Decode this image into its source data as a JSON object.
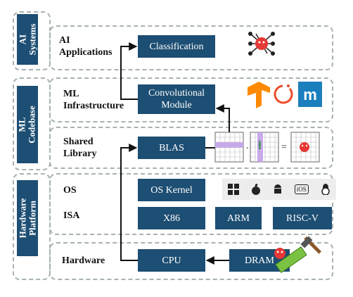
{
  "groups": {
    "ai": "AI Systems",
    "ml": "ML Codebase",
    "hw": "Hardware Platform"
  },
  "layers": {
    "ai_apps": [
      "AI",
      "Applications"
    ],
    "ml_infra": [
      "ML",
      "Infrastructure"
    ],
    "shared_lib": [
      "Shared",
      "Library"
    ],
    "os": "OS",
    "isa": "ISA",
    "hardware": "Hardware"
  },
  "boxes": {
    "classification": "Classification",
    "conv_module": [
      "Convolutional",
      "Module"
    ],
    "blas": "BLAS",
    "os_kernel": "OS Kernel",
    "x86": "X86",
    "arm": "ARM",
    "riscv": "RISC-V",
    "cpu": "CPU",
    "dram": "DRAM"
  },
  "icons": {
    "ml_frameworks": [
      "tensorflow-icon",
      "pytorch-icon",
      "mxnet-icon"
    ],
    "mxnet_letter": "m",
    "os_logos": [
      "windows-icon",
      "apple-icon",
      "android-icon",
      "ios-icon",
      "linux-icon"
    ],
    "ios_text": "iOS",
    "matrix_ops": [
      ".",
      "="
    ],
    "bug": "bug-icon",
    "hammer": "hammer-icon"
  },
  "colors": {
    "box_fill": "#1d4e73",
    "dashed_border": "#a7b3b1",
    "bug_red": "#e53935",
    "highlight_purple": "#c9a6f0"
  }
}
